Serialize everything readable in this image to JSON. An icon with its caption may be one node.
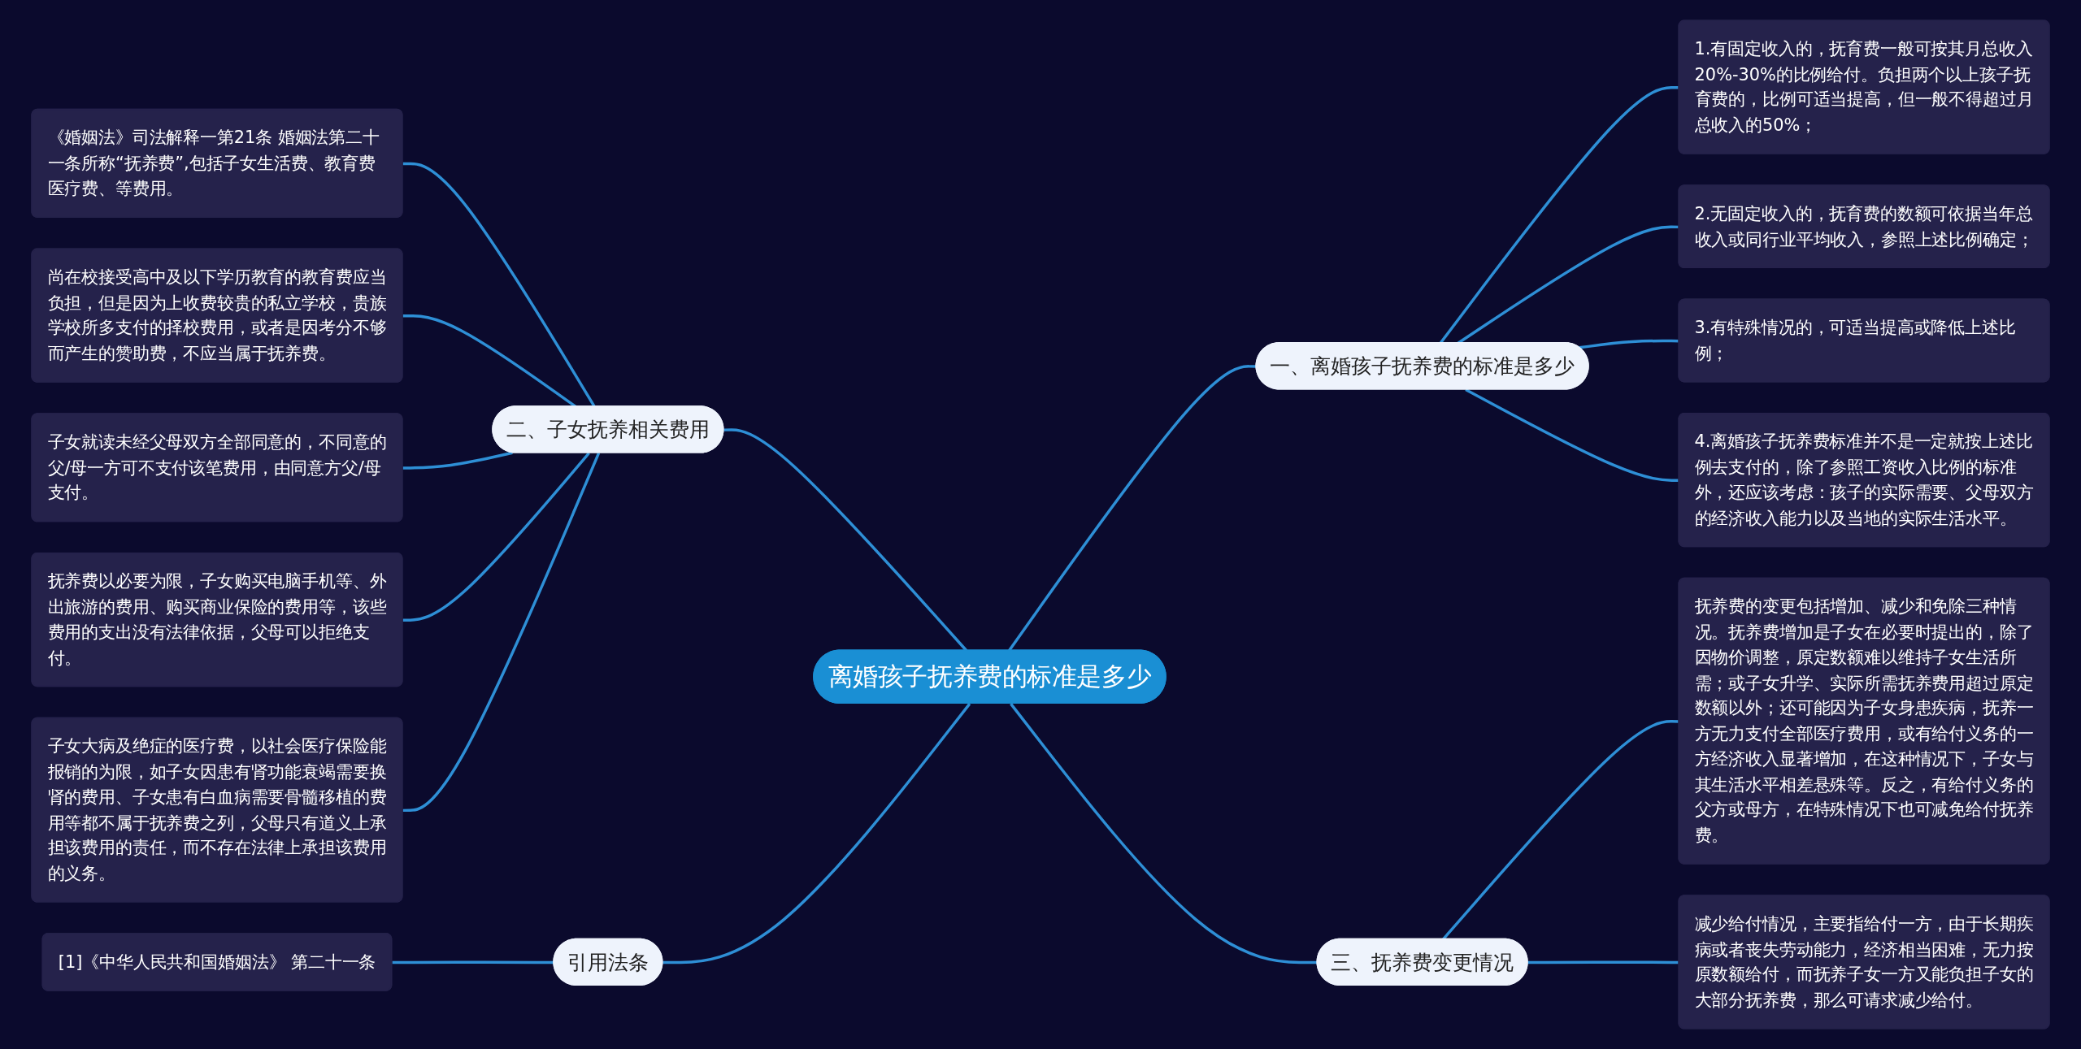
{
  "diagram": {
    "nodes": [
      {
        "text": [
          "离婚孩子抚养费的标准是多少"
        ]
      },
      {
        "text": [
          "一、离婚孩子抚养费的标准是多少"
        ]
      },
      {
        "text": [
          "1.有固定收入的，抚育费一般可按其月总收入20%-30%的比例给付。负担两个以上孩子抚育费的，比例可适当提高，但一般不得超过月总收入的50%；"
        ]
      },
      {
        "text": [
          "2.无固定收入的，抚育费的数额可依据当年总收入或同行业平均收入，参照上述比例确定；"
        ]
      },
      {
        "text": [
          "3.有特殊情况的，可适当提高或降低上述比例；"
        ]
      },
      {
        "text": [
          "4.离婚孩子抚养费标准并不是一定就按上述比例去支付的，除了参照工资收入比例的标准外，还应该考虑：孩子的实际需要、父母双方的经济收入能力以及当地的实际生活水平。"
        ]
      },
      {
        "text": [
          "二、子女抚养相关费用"
        ]
      },
      {
        "text": [
          "《婚姻法》司法解释一第21条 婚姻法第二十一条所称“抚养费”,包括子女生活费、教育费医疗费、等费用。"
        ]
      },
      {
        "text": [
          "尚在校接受高中及以下学历教育的教育费应当负担，但是因为上收费较贵的私立学校，贵族学校所多支付的择校费用，或者是因考分不够而产生的赞助费，不应当属于抚养费。"
        ]
      },
      {
        "text": [
          "子女就读未经父母双方全部同意的，不同意的父/母一方可不支付该笔费用，由同意方父/母支付。"
        ]
      },
      {
        "text": [
          "抚养费以必要为限，子女购买电脑手机等、外出旅游的费用、购买商业保险的费用等，该些费用的支出没有法律依据，父母可以拒绝支付。"
        ]
      },
      {
        "text": [
          "子女大病及绝症的医疗费，以社会医疗保险能报销的为限，如子女因患有肾功能衰竭需要换肾的费用、子女患有白血病需要骨髓移植的费用等都不属于抚养费之列，父母只有道义上承担该费用的责任，而不存在法律上承担该费用的义务。"
        ]
      },
      {
        "text": [
          "三、抚养费变更情况"
        ]
      },
      {
        "text": [
          "抚养费的变更包括增加、减少和免除三种情况。抚养费增加是子女在必要时提出的，除了因物价调整，原定数额难以维持子女生活所需；或子女升学、实际所需抚养费用超过原定数额以外；还可能因为子女身患疾病，抚养一方无力支付全部医疗费用，或有给付义务的一方经济收入显著增加，在这种情况下，子女与其生活水平相差悬殊等。反之，有给付义务的父方或母方，在特殊情况下也可减免给付抚养费。"
        ]
      },
      {
        "text": [
          "减少给付情况，主要指给付一方，由于长期疾病或者丧失劳动能力，经济相当困难，无力按原数额给付，而抚养子女一方又能负担子女的大部分抚养费，那么可请求减少给付。"
        ]
      },
      {
        "text": [
          "引用法条"
        ]
      },
      {
        "text": [
          "[1]《中华人民共和国婚姻法》 第二十一条"
        ]
      }
    ],
    "edges": [
      {
        "from": 0,
        "to": 1,
        "arrow": "none"
      },
      {
        "from": 1,
        "to": 2,
        "arrow": "none"
      },
      {
        "from": 1,
        "to": 3,
        "arrow": "none"
      },
      {
        "from": 1,
        "to": 4,
        "arrow": "none"
      },
      {
        "from": 1,
        "to": 5,
        "arrow": "none"
      },
      {
        "from": 6,
        "to": 0,
        "arrow": "none"
      },
      {
        "from": 7,
        "to": 6,
        "arrow": "none"
      },
      {
        "from": 8,
        "to": 6,
        "arrow": "none"
      },
      {
        "from": 9,
        "to": 6,
        "arrow": "none"
      },
      {
        "from": 10,
        "to": 6,
        "arrow": "none"
      },
      {
        "from": 11,
        "to": 6,
        "arrow": "none"
      },
      {
        "from": 0,
        "to": 12,
        "arrow": "none"
      },
      {
        "from": 12,
        "to": 13,
        "arrow": "none"
      },
      {
        "from": 12,
        "to": 14,
        "arrow": "none"
      },
      {
        "from": 15,
        "to": 0,
        "arrow": "none"
      },
      {
        "from": 16,
        "to": 15,
        "arrow": "none"
      }
    ]
  }
}
